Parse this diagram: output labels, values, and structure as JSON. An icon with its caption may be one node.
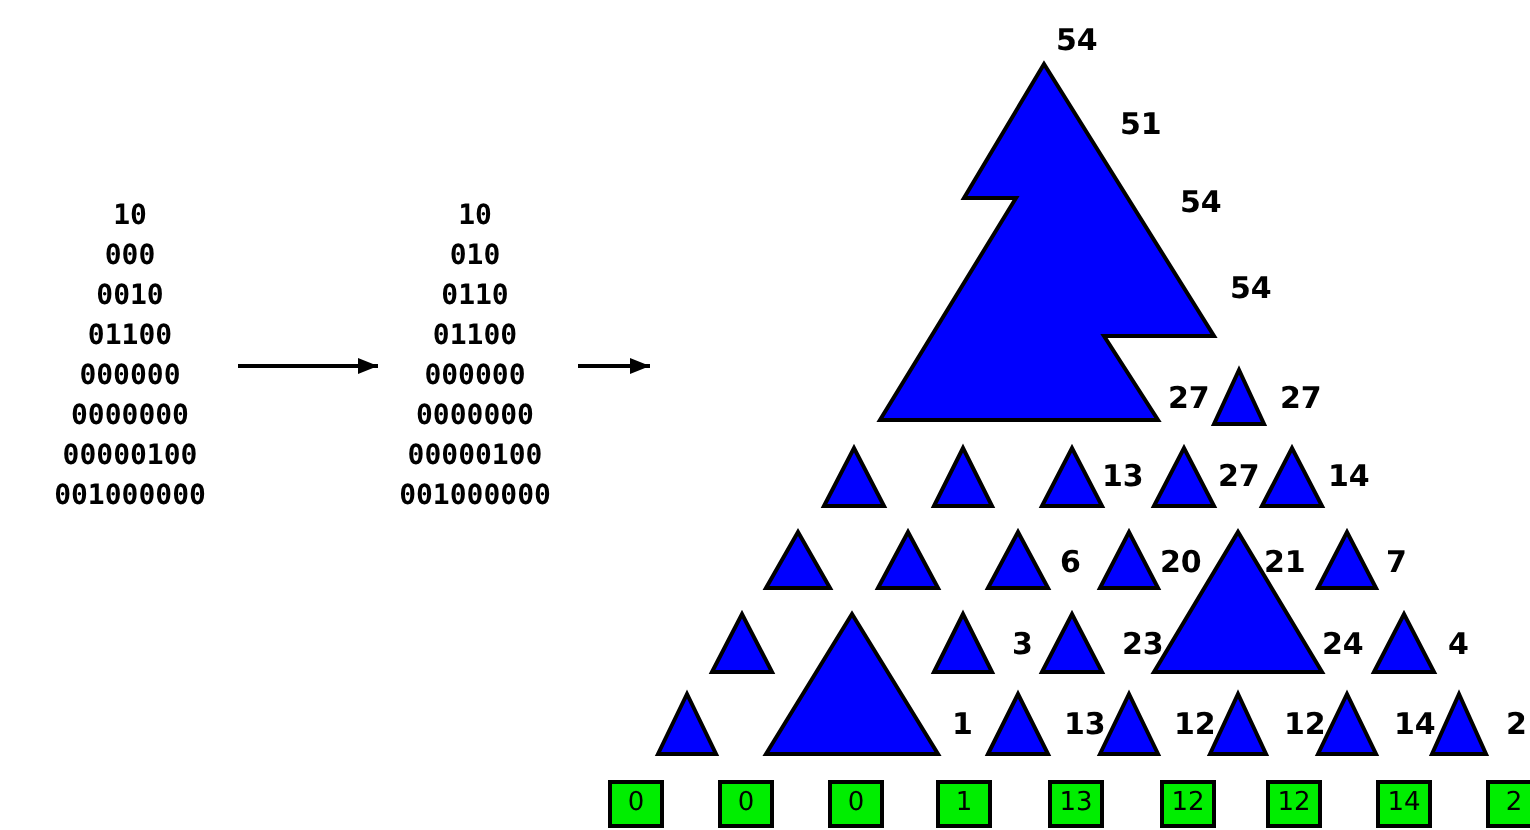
{
  "diagram": {
    "nodes": [
      {
        "text": [
          "10",
          "000",
          "0010",
          "01100",
          "000000",
          "0000000",
          "00000100",
          "001000000"
        ]
      },
      {
        "text": [
          "10",
          "010",
          "0110",
          "01100",
          "000000",
          "0000000",
          "00000100",
          "001000000"
        ]
      },
      {
        "text": [],
        "shape": "picture"
      },
      {
        "text": [
          "0"
        ]
      },
      {
        "text": [
          "0"
        ]
      },
      {
        "text": [
          "0"
        ]
      },
      {
        "text": [
          "1"
        ]
      },
      {
        "text": [
          "13"
        ]
      },
      {
        "text": [
          "12"
        ]
      },
      {
        "text": [
          "12"
        ]
      },
      {
        "text": [
          "14"
        ]
      },
      {
        "text": [
          "2"
        ]
      }
    ],
    "edges": [
      {
        "from": 0,
        "to": 1,
        "arrow": "to"
      },
      {
        "from": 1,
        "to": 2,
        "arrow": "to"
      }
    ],
    "labels": [
      "54",
      "51",
      "54",
      "54",
      "27",
      "27",
      "13",
      "27",
      "14",
      "6",
      "20",
      "21",
      "7",
      "3",
      "23",
      "24",
      "4",
      "1",
      "13",
      "12",
      "12",
      "14",
      "2"
    ]
  }
}
